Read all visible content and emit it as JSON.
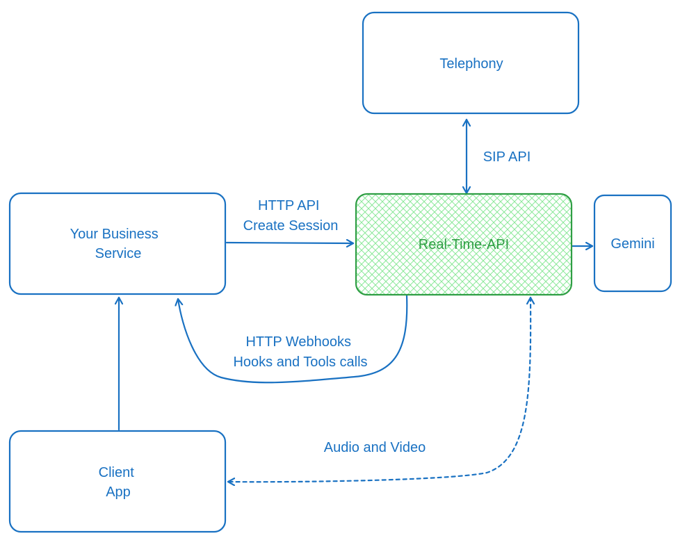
{
  "nodes": {
    "telephony": {
      "label": "Telephony"
    },
    "business_service": {
      "label_lines": [
        "Your Business",
        "Service"
      ]
    },
    "realtime_api": {
      "label": "Real-Time-API"
    },
    "gemini": {
      "label": "Gemini"
    },
    "client_app": {
      "label_lines": [
        "Client",
        "App"
      ]
    }
  },
  "edges": {
    "sip": {
      "label": "SIP API"
    },
    "create_session": {
      "label_lines": [
        "HTTP API",
        "Create Session"
      ]
    },
    "webhooks": {
      "label_lines": [
        "HTTP Webhooks",
        "Hooks and Tools calls"
      ]
    },
    "media": {
      "label": "Audio and Video"
    }
  },
  "colors": {
    "stroke_blue": "#1971c2",
    "stroke_green": "#2f9e44",
    "hatch_green": "#b2f2bb",
    "background": "#ffffff"
  }
}
